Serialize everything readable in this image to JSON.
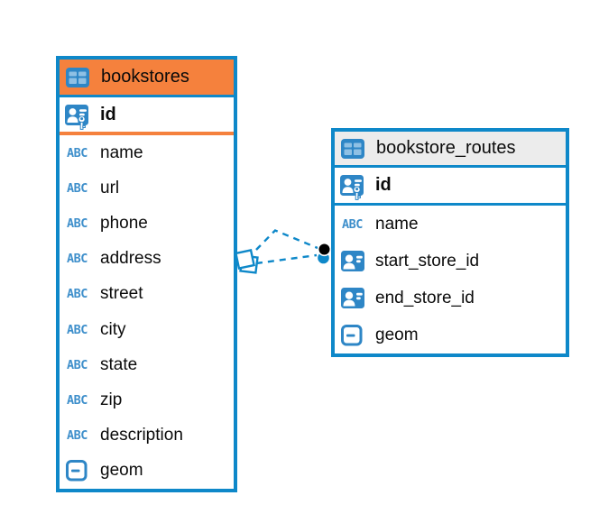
{
  "colors": {
    "table_border_blue": "#0E88C9",
    "selected_header_orange": "#F5813D",
    "header_gray": "#ECECEC",
    "icon_blue": "#2E86C6",
    "text_type_blue": "#3E8FCB",
    "relationship_line_blue": "#0E88C9",
    "selected_endpoint_black": "#000000"
  },
  "icons": {
    "text_type_glyph": "ABC"
  },
  "tables": [
    {
      "name": "bookstores",
      "icon": "table-icon",
      "selected": true,
      "key_columns": [
        {
          "name": "id",
          "icon": "primary-key-icon"
        }
      ],
      "columns": [
        {
          "name": "name",
          "icon": "text-type-icon"
        },
        {
          "name": "url",
          "icon": "text-type-icon"
        },
        {
          "name": "phone",
          "icon": "text-type-icon"
        },
        {
          "name": "address",
          "icon": "text-type-icon"
        },
        {
          "name": "street",
          "icon": "text-type-icon"
        },
        {
          "name": "city",
          "icon": "text-type-icon"
        },
        {
          "name": "state",
          "icon": "text-type-icon"
        },
        {
          "name": "zip",
          "icon": "text-type-icon"
        },
        {
          "name": "description",
          "icon": "text-type-icon"
        },
        {
          "name": "geom",
          "icon": "geometry-type-icon"
        }
      ]
    },
    {
      "name": "bookstore_routes",
      "icon": "table-icon",
      "selected": false,
      "key_columns": [
        {
          "name": "id",
          "icon": "primary-key-icon"
        }
      ],
      "columns": [
        {
          "name": "name",
          "icon": "text-type-icon"
        },
        {
          "name": "start_store_id",
          "icon": "foreign-key-icon"
        },
        {
          "name": "end_store_id",
          "icon": "foreign-key-icon"
        },
        {
          "name": "geom",
          "icon": "geometry-type-icon"
        }
      ]
    }
  ],
  "relationships": [
    {
      "from_table": "bookstore_routes",
      "from_column": "start_store_id",
      "to_table": "bookstores",
      "to_column": "id",
      "line_style": "dashed"
    },
    {
      "from_table": "bookstore_routes",
      "from_column": "end_store_id",
      "to_table": "bookstores",
      "to_column": "id",
      "line_style": "dashed"
    }
  ]
}
